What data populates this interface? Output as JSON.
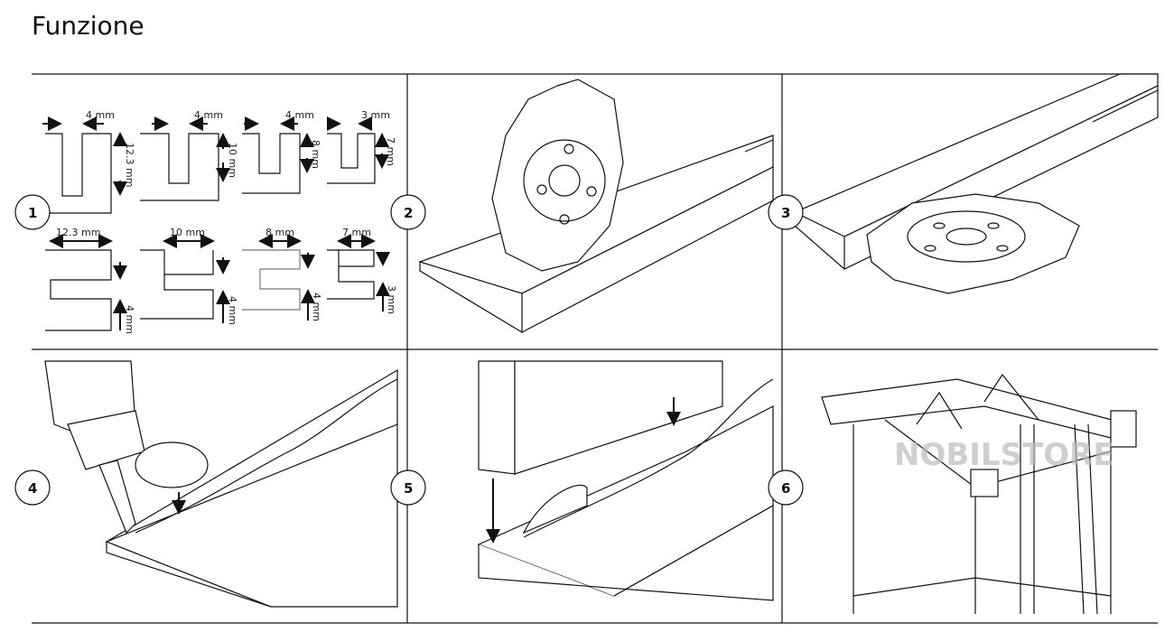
{
  "title": "Funzione",
  "steps": [
    "1",
    "2",
    "3",
    "4",
    "5",
    "6"
  ],
  "panel1": {
    "top_widths": [
      "4 mm",
      "4 mm",
      "4 mm",
      "3 mm"
    ],
    "top_depths": [
      "12.3 mm",
      "10 mm",
      "8 mm",
      "7 mm"
    ],
    "bottom_widths": [
      "12.3 mm",
      "10 mm",
      "8 mm",
      "7 mm"
    ],
    "bottom_depths": [
      "4 mm",
      "4 mm",
      "4 mm",
      "3 mm"
    ]
  },
  "watermark": "NOBILSTORE"
}
